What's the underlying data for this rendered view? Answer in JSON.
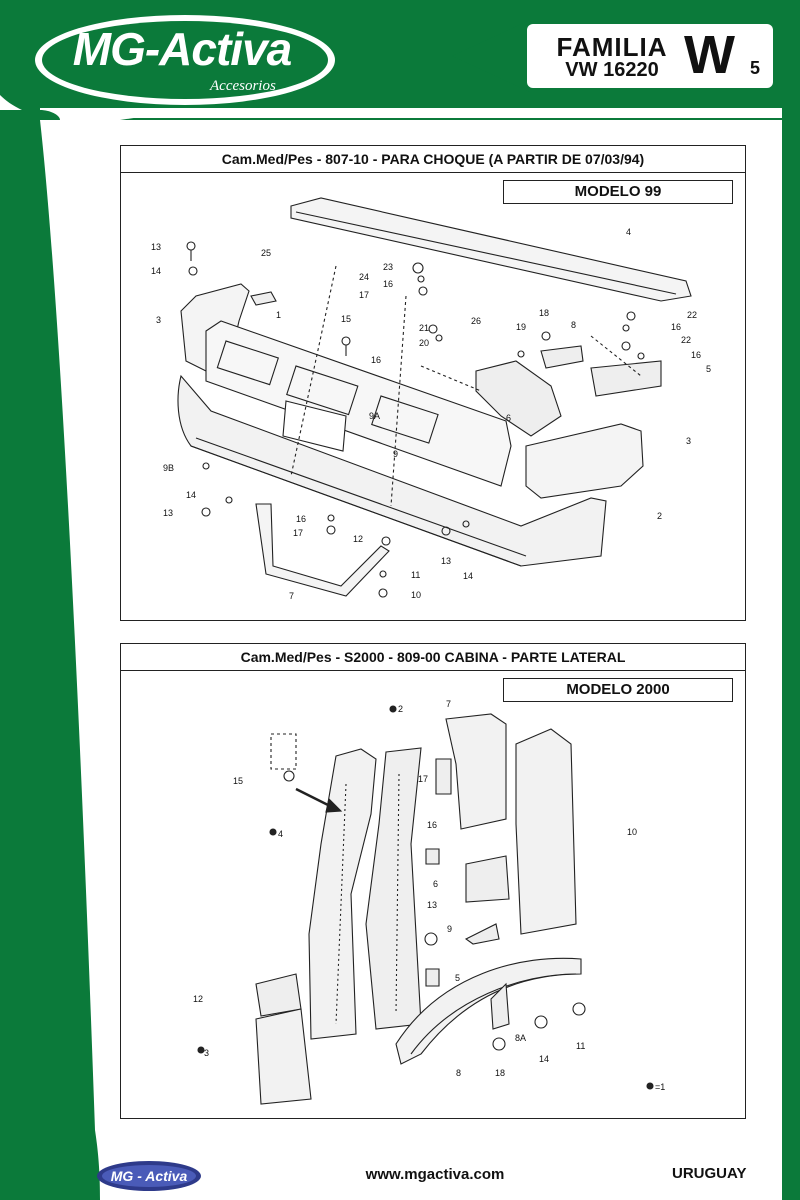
{
  "header": {
    "brand": "MG-Activa",
    "brand_sub": "Accesorios",
    "familia_line1": "FAMILIA",
    "familia_line2": "VW 16220",
    "familia_letter": "W",
    "familia_number": "5"
  },
  "colors": {
    "brand_green": "#0b7a3a"
  },
  "panels": [
    {
      "title": "Cam.Med/Pes - 807-10 - PARA CHOQUE (A PARTIR DE 07/03/94)",
      "model": "MODELO 99",
      "callouts": [
        "13",
        "14",
        "25",
        "3",
        "1",
        "23",
        "24",
        "16",
        "17",
        "4",
        "15",
        "16",
        "21",
        "20",
        "26",
        "19",
        "18",
        "8",
        "22",
        "16",
        "22",
        "16",
        "5",
        "9A",
        "9",
        "6",
        "3",
        "9B",
        "14",
        "13",
        "16",
        "17",
        "12",
        "13",
        "14",
        "11",
        "10",
        "7",
        "2"
      ]
    },
    {
      "title": "Cam.Med/Pes - S2000 - 809-00 CABINA - PARTE LATERAL",
      "model": "MODELO 2000",
      "callouts": [
        "2",
        "7",
        "15",
        "17",
        "4",
        "16",
        "10",
        "6",
        "13",
        "9",
        "5",
        "12",
        "3",
        "8A",
        "14",
        "11",
        "18",
        "8"
      ],
      "legend": "=1"
    }
  ],
  "footer": {
    "logo": "MG - Activa",
    "website": "www.mgactiva.com",
    "country": "URUGUAY"
  }
}
